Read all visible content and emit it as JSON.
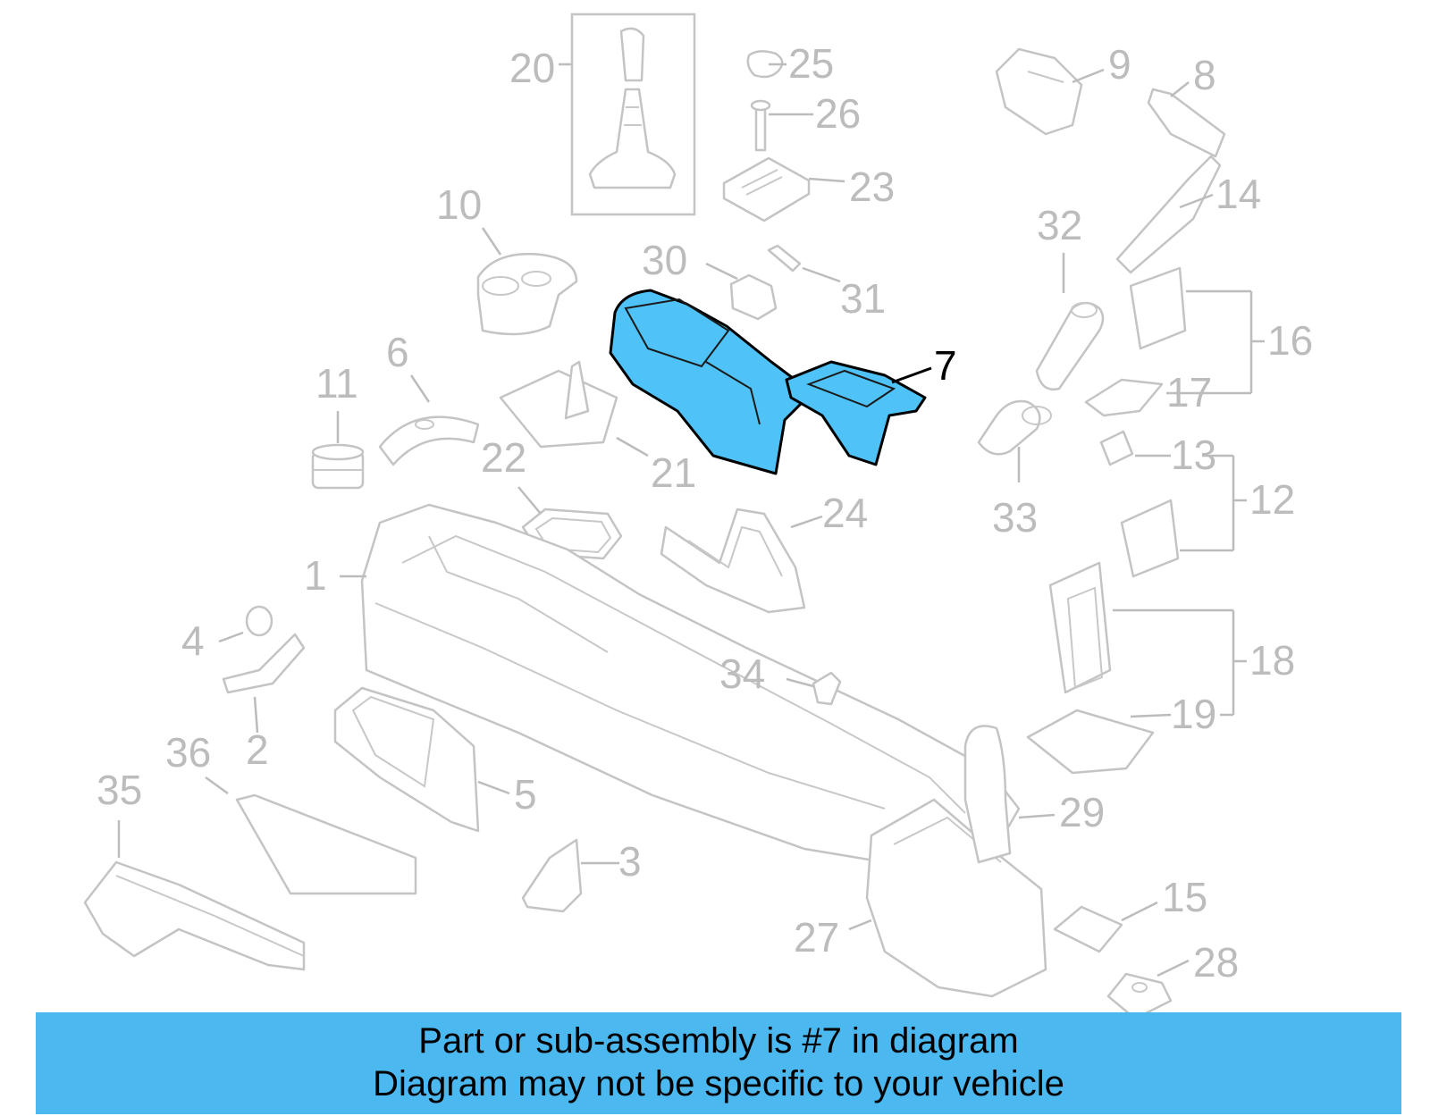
{
  "diagram": {
    "highlighted_part": "7",
    "callouts": [
      "1",
      "2",
      "3",
      "4",
      "5",
      "6",
      "7",
      "8",
      "9",
      "10",
      "11",
      "12",
      "13",
      "14",
      "15",
      "16",
      "17",
      "18",
      "19",
      "20",
      "21",
      "22",
      "23",
      "24",
      "25",
      "26",
      "27",
      "28",
      "29",
      "30",
      "31",
      "32",
      "33",
      "34",
      "35",
      "36"
    ],
    "colors": {
      "highlight_fill": "#4fc3f7",
      "highlight_stroke": "#000000",
      "line_art": "#c4c4c4",
      "label": "#bcbcbc"
    }
  },
  "banner": {
    "line1": "Part or sub-assembly is #7 in diagram",
    "line2": "Diagram may not be specific to your vehicle",
    "background": "#4cb8f0"
  }
}
